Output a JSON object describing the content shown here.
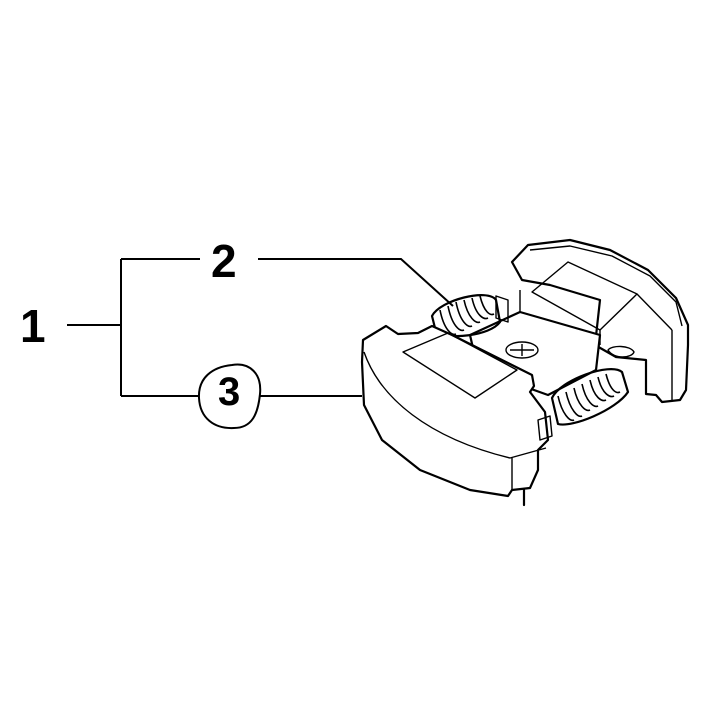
{
  "diagram": {
    "type": "exploded-parts-diagram",
    "subject": "centrifugal clutch assembly with shoes and springs",
    "background_color": "#ffffff",
    "line_color": "#000000",
    "callouts": [
      {
        "id": "1",
        "label": "1",
        "points_to": "clutch assembly (bracket to items 2 and 3)",
        "circled": false
      },
      {
        "id": "2",
        "label": "2",
        "points_to": "clutch spring",
        "circled": false
      },
      {
        "id": "3",
        "label": "3",
        "points_to": "clutch shoe",
        "circled": true
      }
    ]
  }
}
